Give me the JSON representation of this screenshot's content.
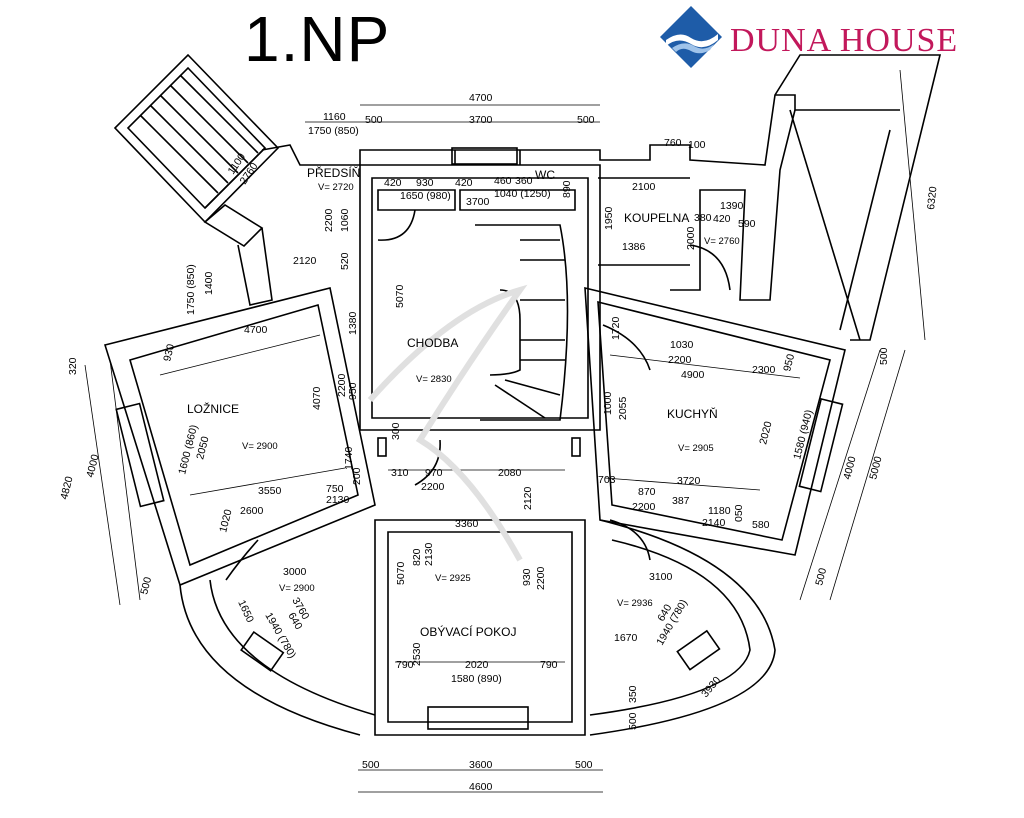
{
  "title": "1.NP",
  "brand": {
    "name": "DUNA HOUSE",
    "color": "#c2185b",
    "logo_color": "#1e5ca8"
  },
  "rooms": {
    "predsin": {
      "name": "PŘEDSÍŇ",
      "volume": "V= 2720"
    },
    "wc": {
      "name": "WC"
    },
    "koupelna": {
      "name": "KOUPELNA",
      "volume": "V= 2760"
    },
    "chodba": {
      "name": "CHODBA",
      "volume": "V= 2830"
    },
    "loznice": {
      "name": "LOŽNICE",
      "volume": "V= 2900"
    },
    "kuchyn": {
      "name": "KUCHYŇ",
      "volume": "V= 2905"
    },
    "obyvaci": {
      "name": "OBÝVACÍ POKOJ",
      "volume": "V= 2925"
    },
    "vol_bottom_left": "V= 2900",
    "vol_bottom_right": "V= 2936"
  },
  "dims": {
    "top_4700": "4700",
    "top_1160": "1160",
    "top_1750_850": "1750 (850)",
    "top_500a": "500",
    "top_3700": "3700",
    "top_500b": "500",
    "d420a": "420",
    "d930": "930",
    "d420b": "420",
    "d460": "460",
    "d360": "360",
    "d890": "890",
    "d1650_980": "1650 (980)",
    "d3700b": "3700",
    "d1040_1250": "1040 (1250)",
    "d760": "760",
    "d100": "100",
    "d2100": "2100",
    "d1950": "1950",
    "d1390": "1390",
    "d380": "380",
    "d420c": "420",
    "d590": "590",
    "d1386": "1386",
    "d2000": "2000",
    "d1100": "1100",
    "d2760": "2760",
    "d2200a": "2200",
    "d1060": "1060",
    "d520": "520",
    "d2120a": "2120",
    "d1400": "1400",
    "d1750_850b": "1750 (850)",
    "d5070a": "5070",
    "d1380": "1380",
    "d4700b": "4700",
    "d930b": "930",
    "d2200b": "2200",
    "d950": "950",
    "d4070": "4070",
    "d320": "320",
    "d4000a": "4000",
    "d4820": "4820",
    "d1600_860": "1600 (860)",
    "d2050": "2050",
    "d1740": "1740",
    "d200": "200",
    "d3550": "3550",
    "d750": "750",
    "d2130a": "2130",
    "d2600": "2600",
    "d1020": "1020",
    "d500c": "500",
    "d3000": "3000",
    "d1650b": "1650",
    "d3760": "3760",
    "d640a": "640",
    "d1940_780a": "1940 (780)",
    "d1720": "1720",
    "d1030": "1030",
    "d2200c": "2200",
    "d2300": "2300",
    "d4900": "4900",
    "d950b": "950",
    "d1000": "1000",
    "d2055": "2055",
    "d2020a": "2020",
    "d1580_940": "1580 (940)",
    "d703": "703",
    "d3720": "3720",
    "d870": "870",
    "d387": "387",
    "d2200d": "2200",
    "d1180": "1180",
    "d050": "050",
    "d2140": "2140",
    "d580": "580",
    "d500d": "500",
    "d4000b": "4000",
    "d5000": "5000",
    "d6320": "6320",
    "d500e": "500",
    "d310": "310",
    "d970": "970",
    "d2080": "2080",
    "d2200e": "2200",
    "d2120b": "2120",
    "d3360": "3360",
    "d820": "820",
    "d2130b": "2130",
    "d5070b": "5070",
    "d930c": "930",
    "d2200f": "2200",
    "d3100": "3100",
    "d2530": "2530",
    "d1670": "1670",
    "d640b": "640",
    "d1940_780b": "1940 (780)",
    "d790a": "790",
    "d2020b": "2020",
    "d790b": "790",
    "d1580_890": "1580 (890)",
    "d350": "350",
    "d500f": "500",
    "d3930": "3930",
    "b500a": "500",
    "b3600": "3600",
    "b500b": "500",
    "b4600": "4600",
    "d300": "300"
  }
}
